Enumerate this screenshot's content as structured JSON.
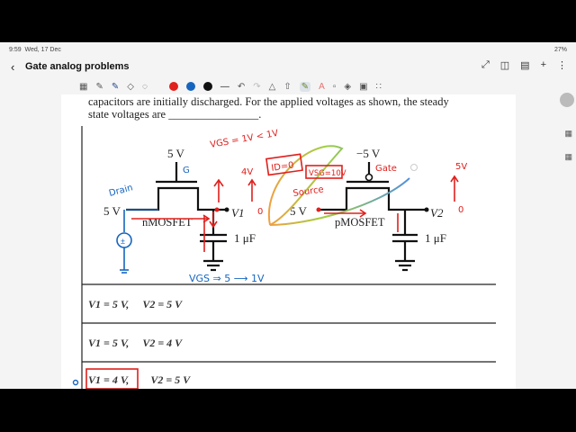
{
  "status_bar": {
    "time": "9:59",
    "date": "Wed, 17 Dec",
    "battery": "27%"
  },
  "header": {
    "title": "Gate analog problems"
  },
  "toolbar": {
    "pen_colors": [
      "#e0201c",
      "#1565c0",
      "#111111"
    ]
  },
  "question": {
    "line1": "capacitors are initially discharged. For the applied voltages as shown, the steady",
    "line2": "state voltages are ________________."
  },
  "circuit": {
    "n_gate_v": "5 V",
    "n_drain_v": "5 V",
    "n_label": "nMOSFET",
    "v1": "V1",
    "cap1": "1 μF",
    "p_gate_v": "−5 V",
    "p_source_v": "5 V",
    "p_label": "pMOSFET",
    "v2": "V2",
    "cap2": "1 μF"
  },
  "annotations": {
    "vgs": "VGS = 1V < 1V",
    "id": "ID=0",
    "v4": "4V",
    "zero1": "0",
    "vsg": "VSG=10V",
    "gate": "Gate",
    "source": "Source",
    "v5": "5V",
    "zero2": "0",
    "g": "G",
    "drain": "Drain",
    "vgs_bottom": "VGS ⇒ 5 ⟶ 1V"
  },
  "options": [
    {
      "v1": "V1 = 5 V,",
      "v2": "V2 = 5 V"
    },
    {
      "v1": "V1 = 5 V,",
      "v2": "V2 = 4 V"
    },
    {
      "v1": "V1 = 4 V,",
      "v2": "V2 = 5 V"
    }
  ]
}
